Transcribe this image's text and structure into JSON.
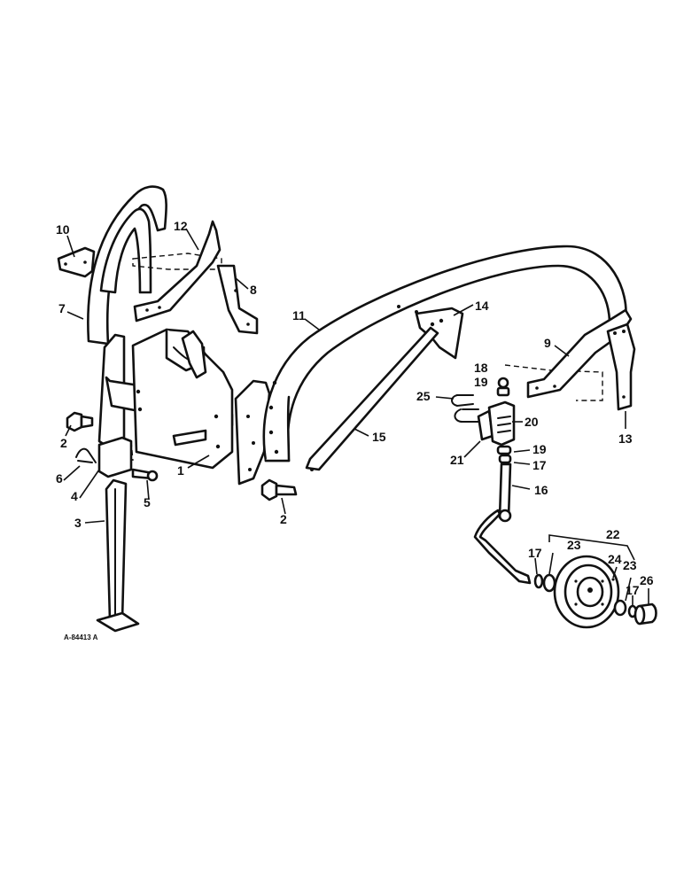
{
  "figure_code": "A-84413 A",
  "parts": [
    {
      "key": "p1",
      "label": "1"
    },
    {
      "key": "p2a",
      "label": "2"
    },
    {
      "key": "p2b",
      "label": "2"
    },
    {
      "key": "p3",
      "label": "3"
    },
    {
      "key": "p4",
      "label": "4"
    },
    {
      "key": "p5",
      "label": "5"
    },
    {
      "key": "p6",
      "label": "6"
    },
    {
      "key": "p7",
      "label": "7"
    },
    {
      "key": "p8",
      "label": "8"
    },
    {
      "key": "p9",
      "label": "9"
    },
    {
      "key": "p10",
      "label": "10"
    },
    {
      "key": "p11",
      "label": "11"
    },
    {
      "key": "p12",
      "label": "12"
    },
    {
      "key": "p13",
      "label": "13"
    },
    {
      "key": "p14",
      "label": "14"
    },
    {
      "key": "p15",
      "label": "15"
    },
    {
      "key": "p16",
      "label": "16"
    },
    {
      "key": "p17a",
      "label": "17"
    },
    {
      "key": "p17b",
      "label": "17"
    },
    {
      "key": "p17c",
      "label": "17"
    },
    {
      "key": "p18",
      "label": "18"
    },
    {
      "key": "p19a",
      "label": "19"
    },
    {
      "key": "p19b",
      "label": "19"
    },
    {
      "key": "p20",
      "label": "20"
    },
    {
      "key": "p21",
      "label": "21"
    },
    {
      "key": "p22",
      "label": "22"
    },
    {
      "key": "p23a",
      "label": "23"
    },
    {
      "key": "p23b",
      "label": "23"
    },
    {
      "key": "p24",
      "label": "24"
    },
    {
      "key": "p25",
      "label": "25"
    },
    {
      "key": "p26",
      "label": "26"
    }
  ]
}
